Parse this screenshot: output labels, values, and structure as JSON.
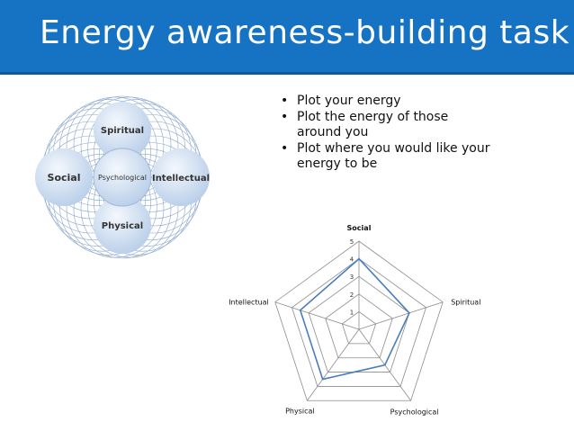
{
  "slide": {
    "title": "Energy awareness-building task",
    "bullets": [
      "Plot your energy",
      "Plot the energy of those around you",
      "Plot where you would like your energy to be"
    ]
  },
  "diagram": {
    "center_label": "Psychological",
    "nodes": {
      "top": "Spiritual",
      "left": "Social",
      "right": "Intellectual",
      "bottom": "Physical"
    }
  },
  "colors": {
    "title_bar": "#1673c4",
    "series_line": "#4a7ebb",
    "spiro_line": "#8aa6cc"
  },
  "chart_data": {
    "type": "radar",
    "categories": [
      "Social",
      "Spiritual",
      "Psychological",
      "Physical",
      "Intellectual"
    ],
    "rlim": [
      0,
      5
    ],
    "ticks": [
      "1",
      "2",
      "3",
      "4",
      "5"
    ],
    "series": [
      {
        "values": [
          4,
          3,
          2.5,
          3.5,
          3.5
        ]
      }
    ],
    "grid": true,
    "legend": "none"
  }
}
